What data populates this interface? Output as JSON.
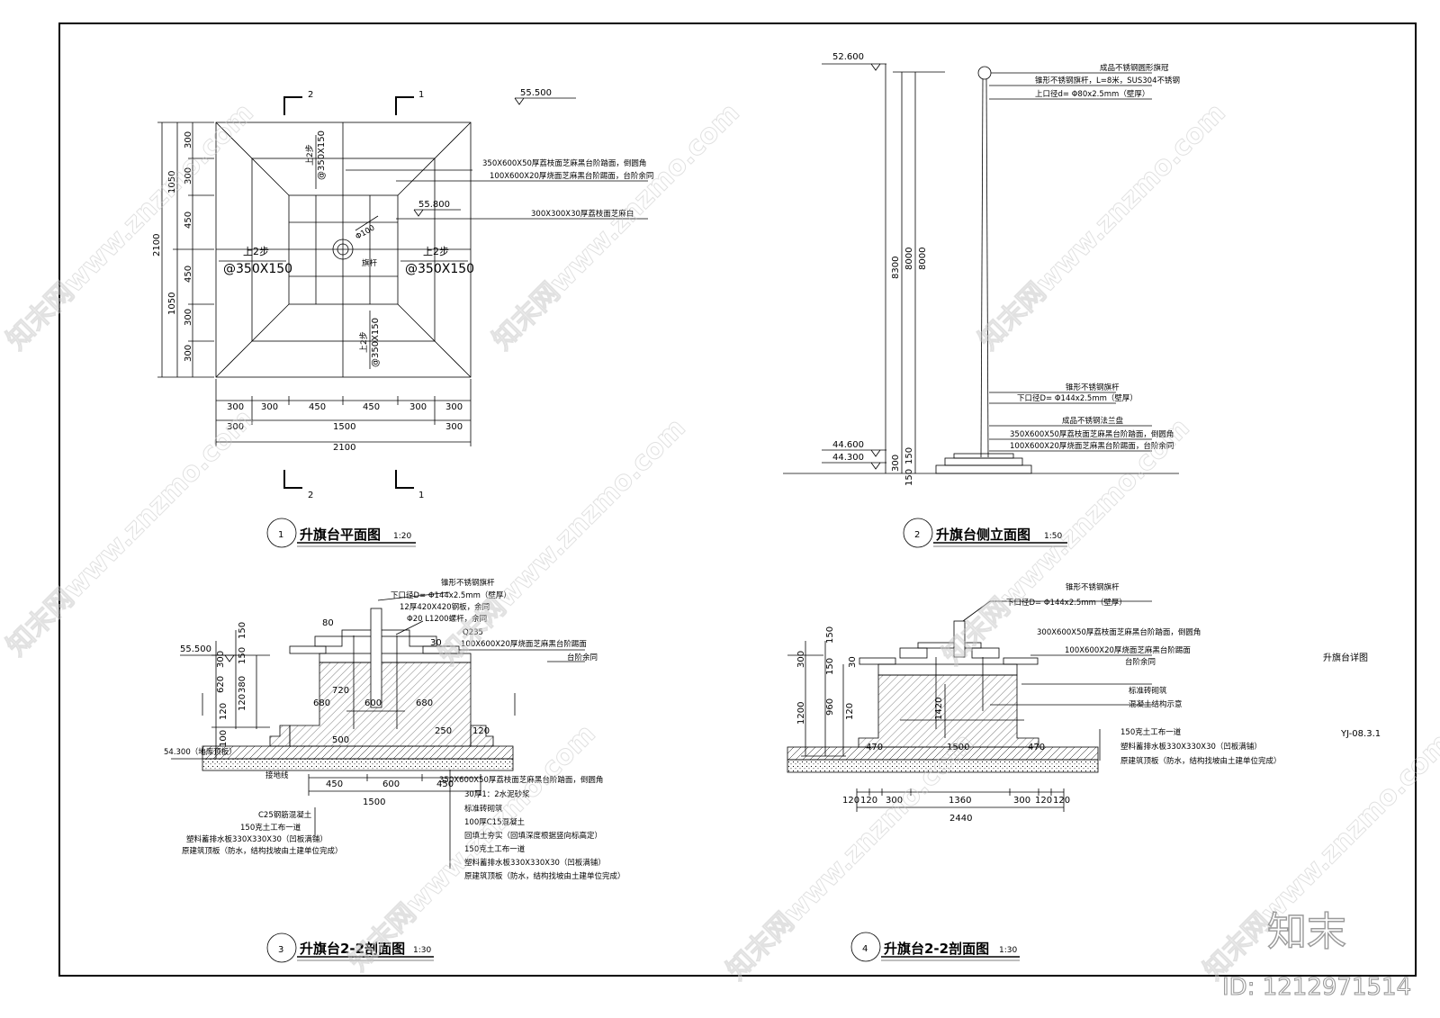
{
  "drawings": {
    "plan": {
      "num": "1",
      "title": "升旗台平面图",
      "scale": "1:20"
    },
    "side": {
      "num": "2",
      "title": "升旗台侧立面图",
      "scale": "1:50"
    },
    "sec3": {
      "num": "3",
      "title": "升旗台2-2剖面图",
      "scale": "1:30"
    },
    "sec4": {
      "num": "4",
      "title": "升旗台2-2剖面图",
      "scale": "1:30"
    }
  },
  "plan": {
    "cut": {
      "c2": "2",
      "c1": "1"
    },
    "elev_top": "55.500",
    "elev_mid": "55.800",
    "step_left": "上2步",
    "step_left_spacing": "@350X150",
    "step_right": "上2步",
    "step_right_spacing": "@350X150",
    "step_top": "上2步",
    "step_top_spacing": "@350X150",
    "step_bottom": "上2步",
    "step_bottom_spacing": "@350X150",
    "pole_label": "旗杆",
    "dia_label": "Φ100",
    "note1": "350X600X50厚荔枝面芝麻黑台阶踏面，倒圆角",
    "note2": "100X600X20厚烧面芝麻黑台阶踢面，台阶余同",
    "note3": "300X300X30厚荔枝面芝麻白",
    "dim_left": [
      "300",
      "300",
      "450",
      "450",
      "300",
      "300"
    ],
    "dim_left_group": [
      "1050",
      "1050"
    ],
    "dim_left_total": "2100",
    "dim_bottom": [
      "300",
      "300",
      "450",
      "450",
      "300",
      "300"
    ],
    "dim_bottom_group": [
      "300",
      "1500",
      "300"
    ],
    "dim_bottom_total": "2100"
  },
  "side": {
    "elev_top": "52.600",
    "elev_base1": "44.600",
    "elev_base2": "44.300",
    "dim_8300": "8300",
    "dim_8000": "8000",
    "dim_300": "300",
    "dim_150a": "150",
    "dim_150b": "150",
    "note1": "成品不锈钢圆形旗冠",
    "note2": "锥形不锈钢旗杆，L=8米，SUS304不锈钢",
    "note3": "上口径d= Φ80x2.5mm（壁厚）",
    "note4": "锥形不锈钢旗杆",
    "note5": "下口径D= Φ144x2.5mm（壁厚）",
    "note6": "成品不锈钢法兰盘",
    "note7": "350X600X50厚荔枝面芝麻黑台阶踏面，倒圆角",
    "note8": "100X600X20厚烧面芝麻黑台阶踢面，台阶余同"
  },
  "sec3": {
    "elev_top": "55.500",
    "elev_bottom": "54.300（地库顶板）",
    "ground_label": "接地线",
    "dims_left": [
      "150",
      "300",
      "150",
      "620",
      "380",
      "120",
      "120",
      "100"
    ],
    "dim_inner": [
      "680",
      "600",
      "680",
      "720",
      "500",
      "250",
      "120",
      "80",
      "30"
    ],
    "dim_bottom": [
      "450",
      "600",
      "450"
    ],
    "dim_bottom_total": "1500",
    "top_notes": [
      "锥形不锈钢旗杆",
      "下口径D= Φ144x2.5mm（壁厚）",
      "12厚420X420钢板，余同",
      "Φ20 L1200螺杆，余同",
      "Q235"
    ],
    "right_note1": "100X600X20厚烧面芝麻黑台阶踢面",
    "right_note2": "台阶余同",
    "left_notes": [
      "C25钢筋混凝土",
      "150克土工布一道",
      "塑料蓄排水板330X330X30（凹板满铺）",
      "原建筑顶板（防水，结构找坡由土建单位完成）"
    ],
    "bottom_notes": [
      "350X600X50厚荔枝面芝麻黑台阶踏面，倒圆角",
      "30厚1：2水泥砂浆",
      "标准砖砌筑",
      "100厚C15混凝土",
      "回填土夯实（回填深度根据竖向标高定）",
      "150克土工布一道",
      "塑料蓄排水板330X330X30（凹板满铺）",
      "原建筑顶板（防水，结构找坡由土建单位完成）"
    ]
  },
  "sec4": {
    "top_notes": [
      "锥形不锈钢旗杆",
      "下口径D= Φ144x2.5mm（壁厚）"
    ],
    "right_notes": [
      "300X600X50厚荔枝面芝麻黑台阶踏面，倒圆角",
      "100X600X20厚烧面芝麻黑台阶踢面",
      "台阶余同",
      "标准砖砌筑",
      "混凝土结构示意"
    ],
    "bottom_notes": [
      "150克土工布一道",
      "塑料蓄排水板330X330X30（凹板满铺）",
      "原建筑顶板（防水，结构找坡由土建单位完成）"
    ],
    "dims_left": [
      "150",
      "300",
      "150",
      "1200",
      "960",
      "120",
      "30"
    ],
    "dim_1420": "1420",
    "dim_inner": [
      "470",
      "1500",
      "470"
    ],
    "dim_bottom": [
      "120",
      "120",
      "300",
      "1360",
      "300",
      "120",
      "120"
    ],
    "dim_bottom_total": "2440"
  },
  "sheet": {
    "name": "升旗台详图",
    "code": "YJ-08.3.1"
  },
  "watermark": {
    "text": "知末网www.znzmo.com",
    "brand": "知末",
    "id": "ID: 1212971514"
  }
}
